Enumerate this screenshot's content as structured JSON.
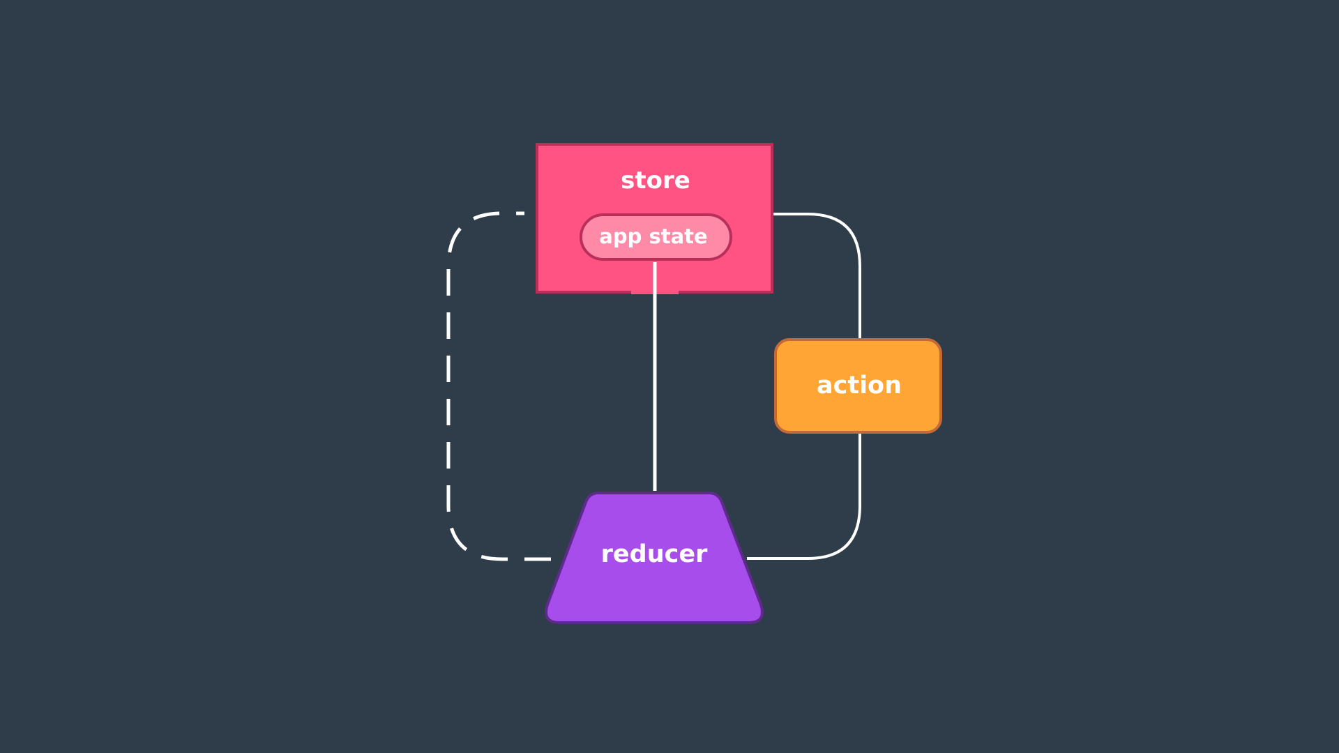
{
  "diagram": {
    "nodes": {
      "store": {
        "label": "store",
        "fill": "#ff5483",
        "stroke": "#b8305a"
      },
      "app_state": {
        "label": "app state",
        "fill": "#ff8aa8",
        "stroke": "#b8305a"
      },
      "action": {
        "label": "action",
        "fill": "#ffa535",
        "stroke": "#c36a37"
      },
      "reducer": {
        "label": "reducer",
        "fill": "#a64deb",
        "stroke": "#5e2a8c"
      }
    },
    "connectors": [
      {
        "from": "store",
        "to": "action",
        "style": "solid"
      },
      {
        "from": "action",
        "to": "reducer",
        "style": "solid"
      },
      {
        "from": "app_state",
        "to": "reducer",
        "style": "solid"
      },
      {
        "from": "reducer",
        "to": "store",
        "style": "dashed"
      }
    ],
    "connector_color": "#ffffff",
    "background": "#2f3c4a"
  }
}
